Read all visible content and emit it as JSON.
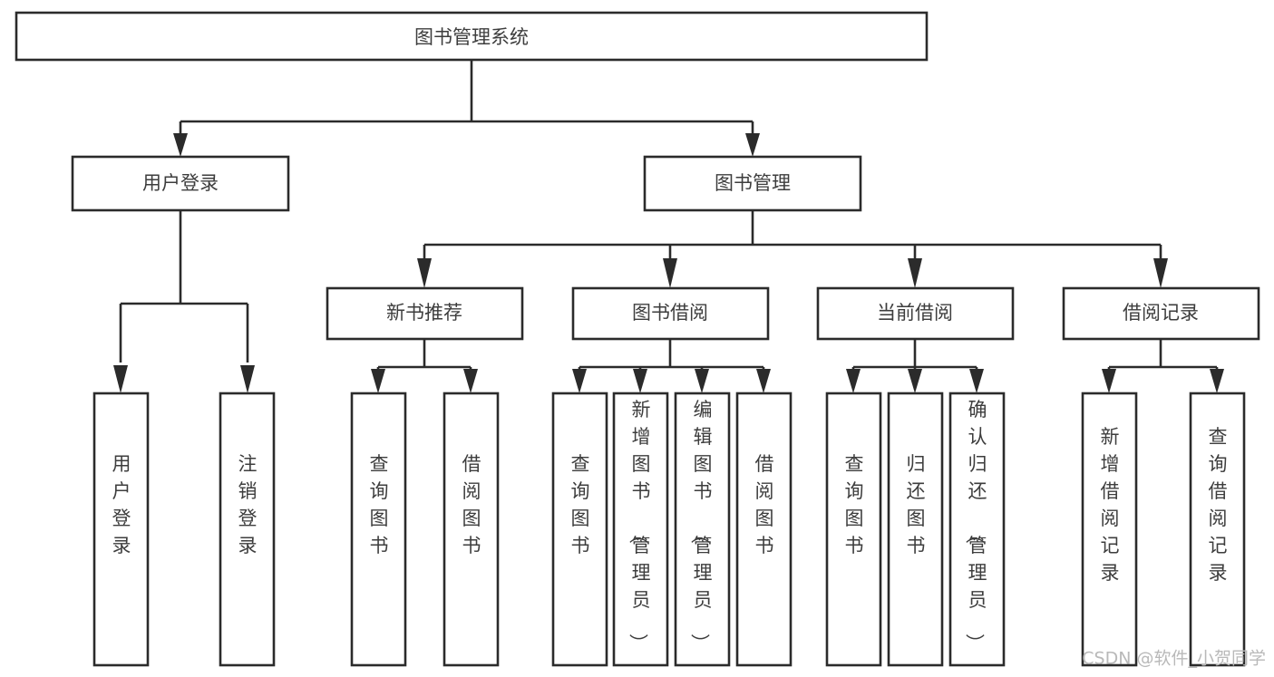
{
  "diagram": {
    "title": "图书管理系统",
    "type": "tree-hierarchy-chart",
    "orientation": "top-down",
    "colors": {
      "background": "#ffffff",
      "box_stroke": "#2b2b2b",
      "box_fill": "#ffffff",
      "text": "#3d3d3d",
      "connector": "#2b2b2b",
      "watermark": "#b9b9b9"
    }
  },
  "root": {
    "label": "图书管理系统"
  },
  "level2": [
    {
      "label": "用户登录"
    },
    {
      "label": "图书管理"
    }
  ],
  "level3": [
    {
      "label": "新书推荐"
    },
    {
      "label": "图书借阅"
    },
    {
      "label": "当前借阅"
    },
    {
      "label": "借阅记录"
    }
  ],
  "leaves": {
    "user_login": [
      {
        "label": "用户登录"
      },
      {
        "label": "注销登录"
      }
    ],
    "new_book_recommend": [
      {
        "label": "查询图书"
      },
      {
        "label": "借阅图书"
      }
    ],
    "book_borrow": [
      {
        "label": "查询图书"
      },
      {
        "label": "新增图书（管理员）"
      },
      {
        "label": "编辑图书（管理员）"
      },
      {
        "label": "借阅图书"
      }
    ],
    "current_borrow": [
      {
        "label": "查询图书"
      },
      {
        "label": "归还图书"
      },
      {
        "label": "确认归还（管理员）"
      }
    ],
    "borrow_records": [
      {
        "label": "新增借阅记录"
      },
      {
        "label": "查询借阅记录"
      }
    ]
  },
  "watermark": {
    "text": "CSDN @软件_小贺同学"
  },
  "chart_data": {
    "type": "tree",
    "title": "图书管理系统",
    "nodes": [
      {
        "id": "root",
        "label": "图书管理系统",
        "level": 1,
        "parent": null
      },
      {
        "id": "n2a",
        "label": "用户登录",
        "level": 2,
        "parent": "root"
      },
      {
        "id": "n2b",
        "label": "图书管理",
        "level": 2,
        "parent": "root"
      },
      {
        "id": "n3a",
        "label": "新书推荐",
        "level": 3,
        "parent": "n2b"
      },
      {
        "id": "n3b",
        "label": "图书借阅",
        "level": 3,
        "parent": "n2b"
      },
      {
        "id": "n3c",
        "label": "当前借阅",
        "level": 3,
        "parent": "n2b"
      },
      {
        "id": "n3d",
        "label": "借阅记录",
        "level": 3,
        "parent": "n2b"
      },
      {
        "id": "l1",
        "label": "用户登录",
        "level": 4,
        "parent": "n2a"
      },
      {
        "id": "l2",
        "label": "注销登录",
        "level": 4,
        "parent": "n2a"
      },
      {
        "id": "l3",
        "label": "查询图书",
        "level": 4,
        "parent": "n3a"
      },
      {
        "id": "l4",
        "label": "借阅图书",
        "level": 4,
        "parent": "n3a"
      },
      {
        "id": "l5",
        "label": "查询图书",
        "level": 4,
        "parent": "n3b"
      },
      {
        "id": "l6",
        "label": "新增图书（管理员）",
        "level": 4,
        "parent": "n3b"
      },
      {
        "id": "l7",
        "label": "编辑图书（管理员）",
        "level": 4,
        "parent": "n3b"
      },
      {
        "id": "l8",
        "label": "借阅图书",
        "level": 4,
        "parent": "n3b"
      },
      {
        "id": "l9",
        "label": "查询图书",
        "level": 4,
        "parent": "n3c"
      },
      {
        "id": "l10",
        "label": "归还图书",
        "level": 4,
        "parent": "n3c"
      },
      {
        "id": "l11",
        "label": "确认归还（管理员）",
        "level": 4,
        "parent": "n3c"
      },
      {
        "id": "l12",
        "label": "新增借阅记录",
        "level": 4,
        "parent": "n3d"
      },
      {
        "id": "l13",
        "label": "查询借阅记录",
        "level": 4,
        "parent": "n3d"
      }
    ]
  }
}
